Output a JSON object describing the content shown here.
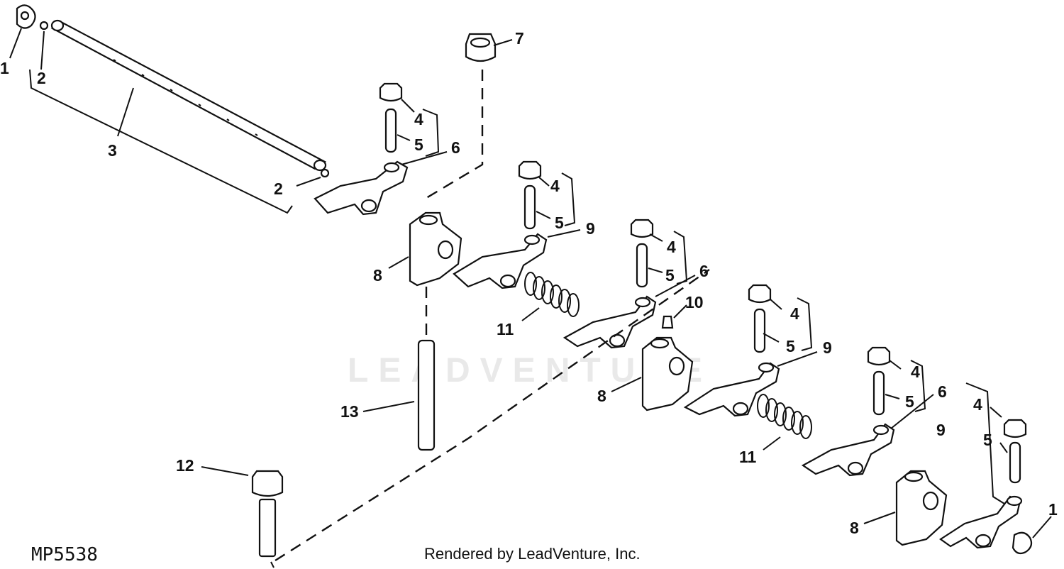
{
  "diagram": {
    "figure_id": "MP5538",
    "credit": "Rendered by LeadVenture, Inc.",
    "watermark": "LEADVENTURE",
    "callouts": [
      "1",
      "2",
      "3",
      "4",
      "5",
      "6",
      "7",
      "8",
      "9",
      "10",
      "11",
      "12",
      "13"
    ]
  }
}
